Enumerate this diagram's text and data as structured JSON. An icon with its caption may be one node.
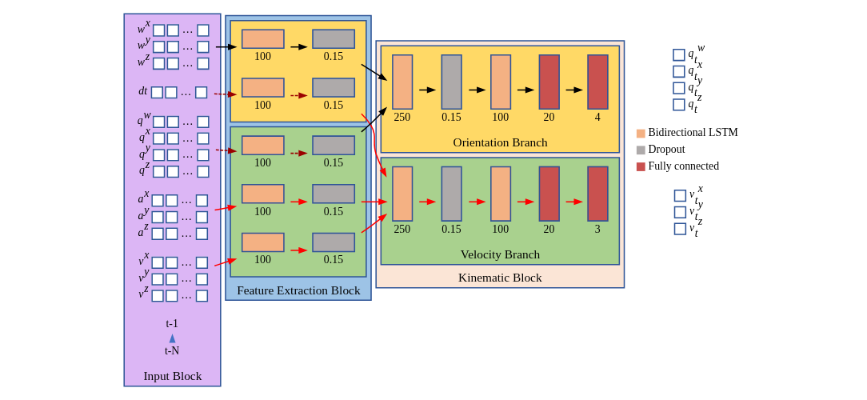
{
  "diagram": {
    "nodes": [
      {
        "text": [
          "Input Block"
        ]
      },
      {
        "text": [
          "w$^{x}$",
          "…",
          "w$^{y}$",
          "…",
          "w$^{z}$",
          "…"
        ],
        "in": 0
      },
      {
        "text": [
          "dt",
          "…"
        ],
        "in": 0
      },
      {
        "text": [
          "q$^{w}$",
          "…",
          "q$^{x}$",
          "…",
          "q$^{y}$",
          "…",
          "q$^{z}$",
          "…"
        ],
        "in": 0
      },
      {
        "text": [
          "a$^{x}$",
          "…",
          "a$^{y}$",
          "…",
          "a$^{z}$",
          "…"
        ],
        "in": 0
      },
      {
        "text": [
          "v$^{x}$",
          "…",
          "v$^{y}$",
          "…",
          "v$^{z}$",
          "…"
        ],
        "in": 0
      },
      {
        "text": [
          "t-N"
        ],
        "in": 0
      },
      {
        "text": [
          "t-1"
        ],
        "in": 0
      },
      {
        "text": [
          "Feature Extraction Block"
        ]
      },
      {
        "text": [],
        "shape": "box",
        "in": 8
      },
      {
        "text": [],
        "shape": "box",
        "beside": [
          "100"
        ],
        "in": 9
      },
      {
        "text": [],
        "shape": "box",
        "beside": [
          "0.15"
        ],
        "in": 9
      },
      {
        "text": [],
        "shape": "box",
        "beside": [
          "100"
        ],
        "in": 9
      },
      {
        "text": [],
        "shape": "box",
        "beside": [
          "0.15"
        ],
        "in": 9
      },
      {
        "text": [],
        "shape": "box",
        "in": 8
      },
      {
        "text": [],
        "shape": "box",
        "beside": [
          "100"
        ],
        "in": 14
      },
      {
        "text": [],
        "shape": "box",
        "beside": [
          "0.15"
        ],
        "in": 14
      },
      {
        "text": [],
        "shape": "box",
        "beside": [
          "100"
        ],
        "in": 14
      },
      {
        "text": [],
        "shape": "box",
        "beside": [
          "0.15"
        ],
        "in": 14
      },
      {
        "text": [],
        "shape": "box",
        "beside": [
          "100"
        ],
        "in": 14
      },
      {
        "text": [],
        "shape": "box",
        "beside": [
          "0.15"
        ],
        "in": 14
      },
      {
        "text": [
          "Kinematic Block"
        ]
      },
      {
        "text": [
          "Orientation Branch"
        ],
        "in": 21
      },
      {
        "text": [],
        "shape": "box",
        "beside": [
          "250"
        ],
        "in": 22
      },
      {
        "text": [],
        "shape": "box",
        "beside": [
          "0.15"
        ],
        "in": 22
      },
      {
        "text": [],
        "shape": "box",
        "beside": [
          "100"
        ],
        "in": 22
      },
      {
        "text": [],
        "shape": "box",
        "beside": [
          "20"
        ],
        "in": 22
      },
      {
        "text": [],
        "shape": "box",
        "beside": [
          "4"
        ],
        "in": 22
      },
      {
        "text": [
          "Velocity Branch"
        ],
        "in": 21
      },
      {
        "text": [],
        "shape": "box",
        "beside": [
          "250"
        ],
        "in": 28
      },
      {
        "text": [],
        "shape": "box",
        "beside": [
          "0.15"
        ],
        "in": 28
      },
      {
        "text": [],
        "shape": "box",
        "beside": [
          "100"
        ],
        "in": 28
      },
      {
        "text": [],
        "shape": "box",
        "beside": [
          "20"
        ],
        "in": 28
      },
      {
        "text": [],
        "shape": "box",
        "beside": [
          "3"
        ],
        "in": 28
      },
      {
        "text": [
          "q$_{t}$$^{w}$",
          "q$_{t}$$^{x}$",
          "q$_{t}$$^{y}$",
          "q$_{t}$$^{z}$"
        ]
      },
      {
        "text": [
          "v$_{t}$$^{x}$",
          "v$_{t}$$^{y}$",
          "v$_{t}$$^{z}$"
        ]
      }
    ],
    "edges": [
      {
        "from": 1,
        "to": 10,
        "arrow": "to",
        "color": "#000000"
      },
      {
        "from": 10,
        "to": 11,
        "arrow": "to",
        "color": "#000000"
      },
      {
        "from": 2,
        "to": 12,
        "arrow": "to",
        "style": "dashed",
        "color": "#9b0000"
      },
      {
        "from": 12,
        "to": 13,
        "arrow": "to",
        "style": "dashed",
        "color": "#9b0000"
      },
      {
        "from": 3,
        "to": 15,
        "arrow": "to",
        "style": "dashed",
        "color": "#9b0000"
      },
      {
        "from": 15,
        "to": 16,
        "arrow": "to",
        "style": "dashed",
        "color": "#9b0000"
      },
      {
        "from": 4,
        "to": 17,
        "arrow": "to",
        "color": "#ff0000"
      },
      {
        "from": 17,
        "to": 18,
        "arrow": "to",
        "color": "#ff0000"
      },
      {
        "from": 5,
        "to": 19,
        "arrow": "to",
        "color": "#ff0000"
      },
      {
        "from": 19,
        "to": 20,
        "arrow": "to",
        "color": "#ff0000"
      },
      {
        "from": 11,
        "to": 23,
        "arrow": "to",
        "color": "#000000"
      },
      {
        "from": 16,
        "to": 23,
        "arrow": "to",
        "color": "#000000"
      },
      {
        "from": 13,
        "to": 29,
        "arrow": "to",
        "color": "#ff0000"
      },
      {
        "from": 18,
        "to": 29,
        "arrow": "to",
        "color": "#ff0000"
      },
      {
        "from": 20,
        "to": 29,
        "arrow": "to",
        "color": "#ff0000"
      },
      {
        "from": 23,
        "to": 24,
        "arrow": "to",
        "color": "#000000"
      },
      {
        "from": 24,
        "to": 25,
        "arrow": "to",
        "color": "#000000"
      },
      {
        "from": 25,
        "to": 26,
        "arrow": "to",
        "color": "#000000"
      },
      {
        "from": 26,
        "to": 27,
        "arrow": "to",
        "color": "#000000"
      },
      {
        "from": 29,
        "to": 30,
        "arrow": "to",
        "color": "#ff0000"
      },
      {
        "from": 30,
        "to": 31,
        "arrow": "to",
        "color": "#ff0000"
      },
      {
        "from": 31,
        "to": 32,
        "arrow": "to",
        "color": "#ff0000"
      },
      {
        "from": 32,
        "to": 33,
        "arrow": "to",
        "color": "#ff0000"
      },
      {
        "from": 6,
        "to": 7,
        "arrow": "to",
        "color": "#4472c4"
      }
    ],
    "legend": [
      {
        "text": "Bidirectional LSTM",
        "color": "#f4b183"
      },
      {
        "text": "Dropout",
        "color": "#aeaaaa"
      },
      {
        "text": "Fully connected",
        "color": "#c9514f"
      }
    ]
  }
}
